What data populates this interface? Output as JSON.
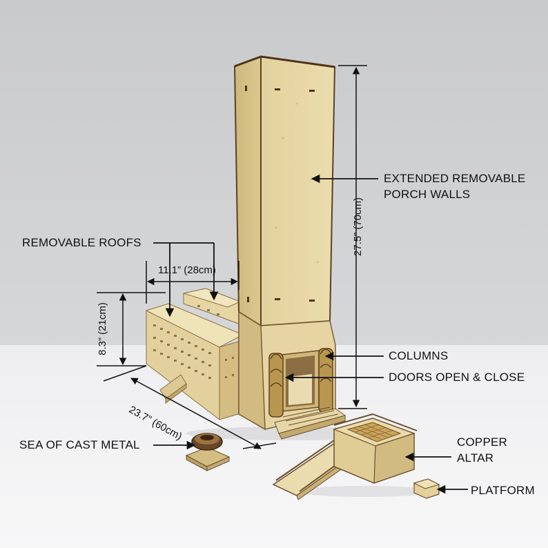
{
  "labels": {
    "extended_walls_line1": "EXTENDED REMOVABLE",
    "extended_walls_line2": "PORCH WALLS",
    "removable_roofs": "REMOVABLE ROOFS",
    "columns": "COLUMNS",
    "doors": "DOORS OPEN & CLOSE",
    "sea": "SEA OF CAST METAL",
    "copper_line1": "COPPER",
    "copper_line2": "ALTAR",
    "platform": "PLATFORM"
  },
  "dimensions": {
    "width": "11.1” (28cm)",
    "height": "8.3” (21cm)",
    "length": "23.7” (60cm)",
    "tower_height": "27.5” (70cm)"
  },
  "colors": {
    "wall_bg": "#cfd0d2",
    "floor_bg": "#f2f2f3",
    "mdf_light": "#e7d8a6",
    "mdf_mid": "#d8c48c",
    "mdf_dark": "#b59f66",
    "burn_edge": "#6b4a2a",
    "annotation": "#111111"
  }
}
